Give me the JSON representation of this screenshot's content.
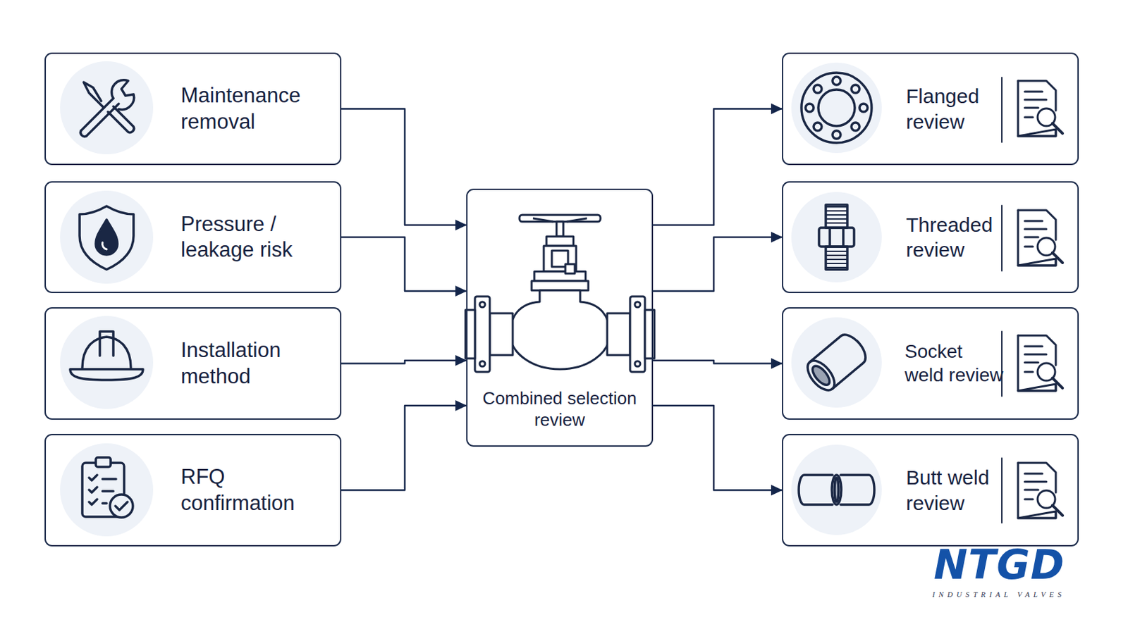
{
  "diagram": {
    "nodes": [
      {
        "text": [
          "Maintenance removal"
        ]
      },
      {
        "text": [
          "Pressure / leakage risk"
        ]
      },
      {
        "text": [
          "Installation method"
        ]
      },
      {
        "text": [
          "RFQ confirmation"
        ]
      },
      {
        "text": [
          "Combined selection review"
        ]
      },
      {
        "text": [
          "Flanged review"
        ]
      },
      {
        "text": [
          "Threaded review"
        ]
      },
      {
        "text": [
          "Socket weld review"
        ]
      },
      {
        "text": [
          "Butt weld review"
        ]
      }
    ],
    "edges": [
      {
        "from": 0,
        "to": 4,
        "arrow": "to"
      },
      {
        "from": 1,
        "to": 4,
        "arrow": "to"
      },
      {
        "from": 2,
        "to": 4,
        "arrow": "to"
      },
      {
        "from": 3,
        "to": 4,
        "arrow": "to"
      },
      {
        "from": 4,
        "to": 5,
        "arrow": "to"
      },
      {
        "from": 4,
        "to": 6,
        "arrow": "to"
      },
      {
        "from": 4,
        "to": 7,
        "arrow": "to"
      },
      {
        "from": 4,
        "to": 8,
        "arrow": "to"
      }
    ],
    "labels": [
      "NTGD",
      "INDUSTRIAL VALVES"
    ]
  }
}
